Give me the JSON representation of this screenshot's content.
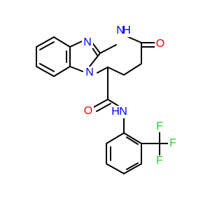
{
  "colors": {
    "background": "#ffffff",
    "bond": "#000000",
    "nitrogen": "#0000ff",
    "oxygen": "#ff0000",
    "fluorine": "#33cc33"
  },
  "labels": {
    "n_imidazole": "N",
    "nh_top_n": "N",
    "nh_top_h": "H",
    "o_right": "O",
    "n_bridge": "N",
    "o_amide": "O",
    "n_amide": "N",
    "n_amide_h": "H",
    "f_right": "F",
    "f_left": "F",
    "f_bottom": "F"
  }
}
